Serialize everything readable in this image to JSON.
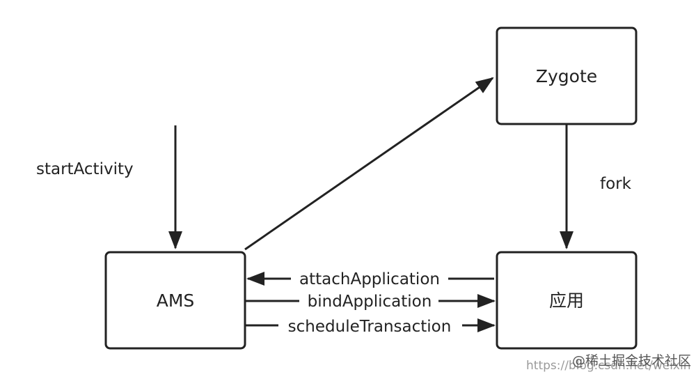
{
  "nodes": {
    "zygote": "Zygote",
    "ams": "AMS",
    "app": "应用"
  },
  "edges": {
    "start_activity": "startActivity",
    "fork": "fork",
    "attach_application": "attachApplication",
    "bind_application": "bindApplication",
    "schedule_transaction": "scheduleTransaction"
  },
  "watermark": {
    "url": "https://blog.csdn.net/weixin",
    "site": "@稀土掘金技术社区"
  }
}
